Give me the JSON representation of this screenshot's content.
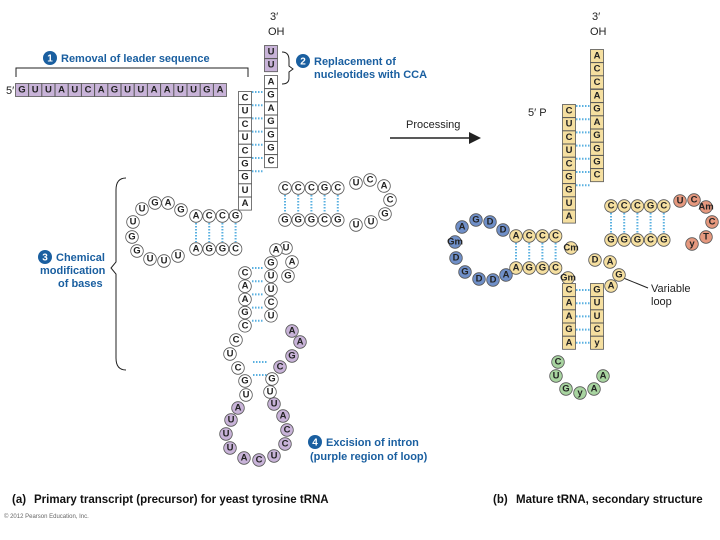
{
  "panel_a": {
    "three_prime_label": "3′",
    "oh_label": "OH",
    "five_prime_label": "5′",
    "leader": [
      "G",
      "U",
      "U",
      "A",
      "U",
      "C",
      "A",
      "G",
      "U",
      "U",
      "A",
      "A",
      "U",
      "U",
      "G",
      "A"
    ],
    "acceptor_top": [
      "U",
      "U"
    ],
    "acceptor_5": [
      "C",
      "U",
      "C",
      "U",
      "C",
      "G",
      "G",
      "U",
      "A"
    ],
    "acceptor_3": [
      "A",
      "G",
      "A",
      "G",
      "G",
      "G",
      "C"
    ],
    "t_stem_top": [
      "C",
      "C",
      "C",
      "G",
      "C"
    ],
    "t_stem_bot": [
      "G",
      "G",
      "G",
      "C",
      "G"
    ],
    "t_loop": [
      "U",
      "C",
      "A",
      "C",
      "G",
      "U",
      "U"
    ],
    "d_stem_top": [
      "A",
      "C",
      "C",
      "G"
    ],
    "d_stem_bot": [
      "A",
      "G",
      "G",
      "C"
    ],
    "d_loop": [
      "G",
      "A",
      "G",
      "U",
      "U",
      "G",
      "G",
      "U",
      "U",
      "U"
    ],
    "anti_5": [
      "C",
      "A",
      "A",
      "G",
      "C"
    ],
    "anti_3": [
      "G",
      "U",
      "U",
      "C",
      "U"
    ],
    "variable": [
      "U",
      "A",
      "G",
      "A"
    ],
    "intron": [
      "C",
      "A",
      "A",
      "G",
      "A",
      "A",
      "G",
      "C",
      "U",
      "C",
      "A",
      "U",
      "A",
      "U",
      "U",
      "A"
    ],
    "step1": "Removal of leader sequence",
    "step2_line1": "Replacement of",
    "step2_line2": "nucleotides with CCA",
    "step3_line1": "Chemical",
    "step3_line2": "modification",
    "step3_line3": "of bases",
    "step4_line1": "Excision of intron",
    "step4_line2": "(purple region of loop)",
    "step_numbers": [
      "1",
      "2",
      "3",
      "4"
    ],
    "caption_prefix": "(a)",
    "caption": "Primary transcript (precursor) for yeast tyrosine tRNA"
  },
  "arrow_label": "Processing",
  "panel_b": {
    "three_prime_label": "3′",
    "oh_label": "OH",
    "five_prime_p": "5′ P",
    "acceptor_top": [
      "A",
      "C",
      "C"
    ],
    "acceptor_5": [
      "C",
      "U",
      "C",
      "U",
      "C",
      "G",
      "G",
      "U",
      "A"
    ],
    "acceptor_3": [
      "A",
      "G",
      "A",
      "G",
      "G",
      "G",
      "C"
    ],
    "t_stem_top": [
      "C",
      "C",
      "C",
      "G",
      "C"
    ],
    "t_stem_bot": [
      "G",
      "G",
      "G",
      "C",
      "G"
    ],
    "t_loop": [
      "U",
      "C",
      "Am",
      "C",
      "T",
      "y"
    ],
    "d_stem_top": [
      "A",
      "C",
      "C",
      "C"
    ],
    "d_stem_bot": [
      "A",
      "G",
      "G",
      "C"
    ],
    "d_loop": [
      "D",
      "D",
      "G",
      "A",
      "Gm",
      "D",
      "G",
      "D",
      "D",
      "A"
    ],
    "junction": [
      "Cm",
      "Gm",
      "D"
    ],
    "anti_5": [
      "C",
      "A",
      "A",
      "G",
      "A"
    ],
    "anti_3": [
      "G",
      "U",
      "U",
      "C",
      "y"
    ],
    "variable": [
      "A",
      "G",
      "A"
    ],
    "anticodon_loop": [
      "C",
      "U",
      "G",
      "y",
      "A",
      "A"
    ],
    "variable_loop_line1": "Variable",
    "variable_loop_line2": "loop",
    "caption_prefix": "(b)",
    "caption": "Mature tRNA, secondary structure"
  },
  "copyright": "© 2012 Pearson Education, Inc.",
  "colors": {
    "leader_purple": "#c8b3d8",
    "intron_purple": "#c8b3d8",
    "acceptor_yellow": "#f5dfa0",
    "d_arm_blue": "#6f8fc8",
    "t_arm_red": "#e5987e",
    "anticodon_green": "#a8d4a0",
    "step_blue": "#1a5fa0"
  }
}
